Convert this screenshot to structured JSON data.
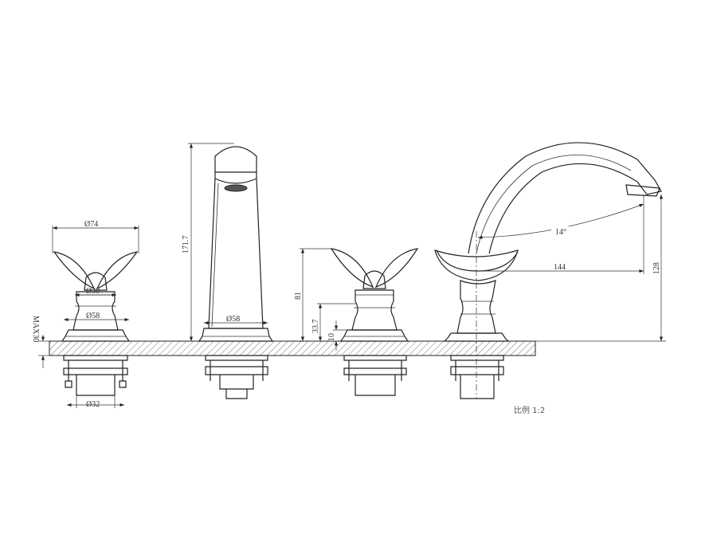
{
  "title": "Widespread faucet dimension drawing",
  "dimensions": {
    "handle_top_diameter": "Ø74",
    "handle_neck_diameter": "Ø38",
    "handle_base_diameter": "Ø58",
    "max_deck_thickness": "MAX30",
    "shank_diameter": "Ø32",
    "spout_height": "171.7",
    "spout_base_diameter": "Ø58",
    "handle_height": "81",
    "handle_mid_height": "33.7",
    "base_height": "10",
    "swivel_angle": "14°",
    "spout_reach": "144",
    "spout_outlet_height": "128"
  },
  "scale_label": "比例 1:2"
}
